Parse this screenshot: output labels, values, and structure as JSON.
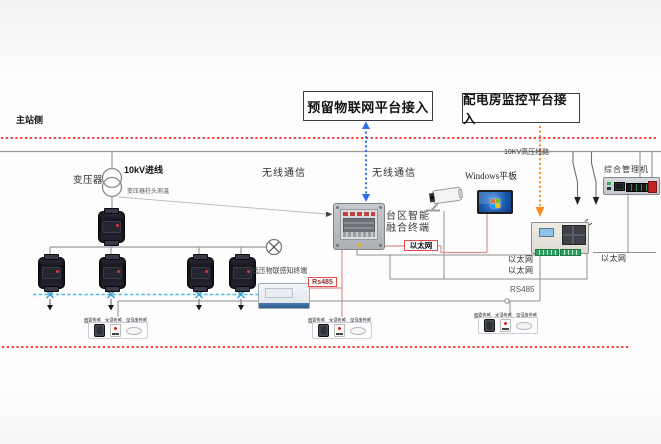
{
  "header": {
    "master_side": "主站侧",
    "iot_access": "预留物联网平台接入",
    "monitor_access": "配电房监控平台接入"
  },
  "power": {
    "transformer": "变压器",
    "incoming_line": "10kV进线",
    "hv_line": "10KV高压线路",
    "bushing_temp": "变压器柱头测温"
  },
  "comm": {
    "wireless_left": "无线通信",
    "wireless_right": "无线通信"
  },
  "devices": {
    "fusion_line1": "台区智能",
    "fusion_line2": "融合终端",
    "lv_terminal": "低压物联感知终端",
    "tablet_label": "Windows平板",
    "mgmt_label": "综合管理机"
  },
  "links": {
    "eth_boxed": "以太网",
    "rs485_boxed": "Rs485",
    "eth_a": "以太网",
    "eth_b": "以太网",
    "eth_right": "以太网",
    "rs485_plain": "RS485"
  },
  "sensors": {
    "groups": [
      {
        "label": "烟雾传感、水浸传感、温湿度传感"
      },
      {
        "label": "烟雾传感、水浸传感、温湿度传感"
      },
      {
        "label": "烟雾传感、水浸传感、温湿度传感"
      }
    ]
  },
  "colors": {
    "dashed_red": "#f23b3b",
    "arrow_blue": "#2e6ee8",
    "arrow_orange": "#ff8c1e",
    "lv_bus_blue": "#59badd",
    "wire_red": "#dd8f8f",
    "tag_border_red": "#e24c4c"
  }
}
